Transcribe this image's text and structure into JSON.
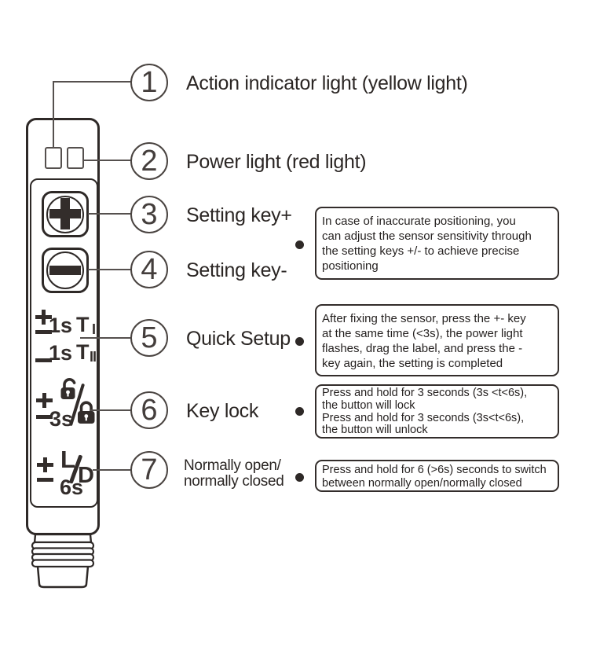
{
  "colors": {
    "ink": "#2e2927",
    "line": "#55504e",
    "text": "#2b2624"
  },
  "device": {
    "quick_setup_marking": {
      "row1": {
        "time": "1s",
        "symbol": "T",
        "sub": "I"
      },
      "row2": {
        "time": "1s",
        "symbol": "T",
        "sub": "II"
      }
    },
    "key_lock_marking": {
      "duration": "3s"
    },
    "output_marking": {
      "light": "L",
      "dark": "D",
      "duration": "6s"
    }
  },
  "callouts": [
    {
      "num": "1",
      "label": "Action indicator light (yellow light)"
    },
    {
      "num": "2",
      "label": "Power light (red light)"
    },
    {
      "num": "3",
      "label": "Setting key+"
    },
    {
      "num": "4",
      "label": "Setting key-"
    },
    {
      "num": "5",
      "label": "Quick Setup"
    },
    {
      "num": "6",
      "label": "Key lock"
    },
    {
      "num": "7",
      "label": "Normally open/",
      "label_line2": "normally closed"
    }
  ],
  "info_boxes": [
    {
      "lines": [
        "In case of inaccurate positioning, you",
        "can adjust the sensor sensitivity through",
        "the setting keys +/- to achieve precise",
        "positioning"
      ]
    },
    {
      "lines": [
        "After fixing the sensor, press the +- key",
        "at the same time (<3s), the power light",
        "flashes, drag the label, and press the -",
        "key again, the setting is completed"
      ]
    },
    {
      "lines": [
        "Press and hold for 3 seconds (3s <t<6s),",
        "the button will lock",
        "Press and hold for 3 seconds (3s<t<6s),",
        "the button will unlock"
      ]
    },
    {
      "lines": [
        "Press and hold for 6 (>6s) seconds to switch",
        "between normally open/normally closed"
      ]
    }
  ]
}
